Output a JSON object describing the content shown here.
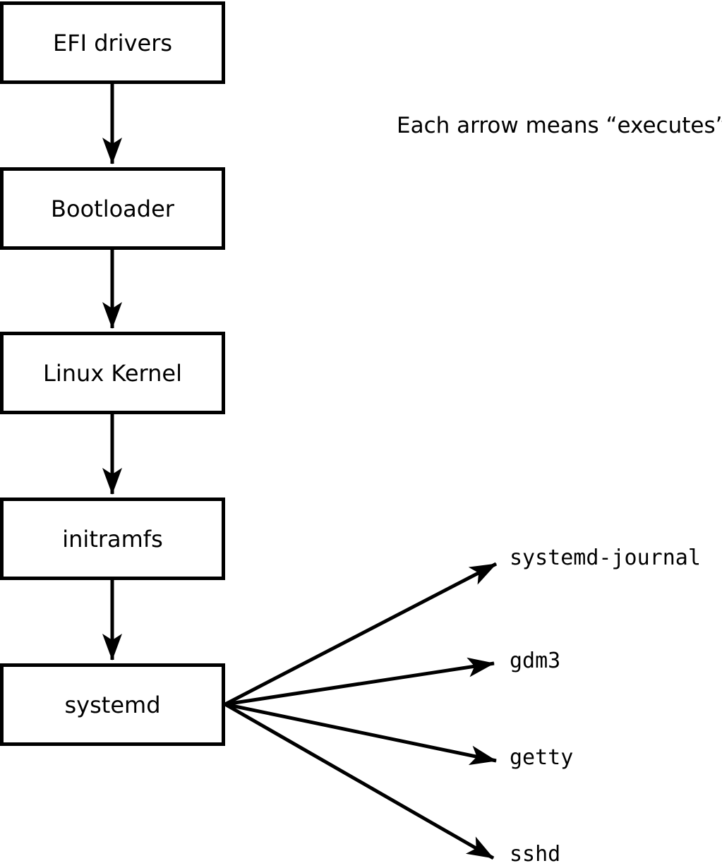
{
  "diagram": {
    "caption": "Each arrow means “executes”.",
    "boxes": [
      {
        "label": "EFI drivers"
      },
      {
        "label": "Bootloader"
      },
      {
        "label": "Linux Kernel"
      },
      {
        "label": "initramfs"
      },
      {
        "label": "systemd"
      }
    ],
    "spawned_processes": [
      {
        "label": "systemd-journal"
      },
      {
        "label": "gdm3"
      },
      {
        "label": "getty"
      },
      {
        "label": "sshd"
      }
    ],
    "arrow_meaning": "executes",
    "colors": {
      "line": "#000000",
      "background": "#ffffff",
      "box_fill": "#ffffff",
      "text": "#000000"
    }
  }
}
